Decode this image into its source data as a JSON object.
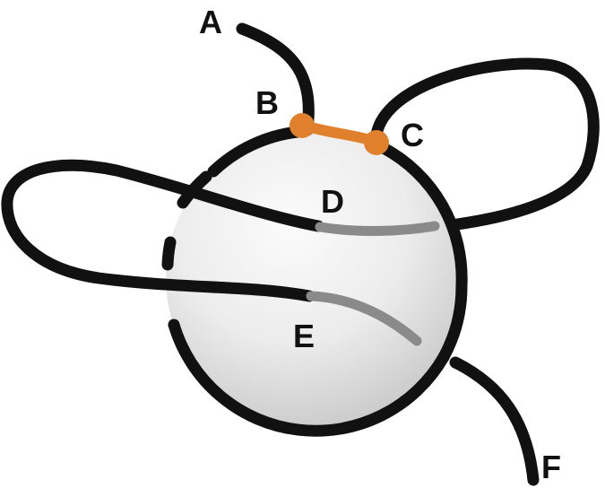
{
  "labels": {
    "a": "A",
    "b": "B",
    "c": "C",
    "d": "D",
    "e": "E",
    "f": "F"
  },
  "colors": {
    "strand": "#111111",
    "buried_strand": "#8a8a8a",
    "crosslink": "#e07f2c",
    "sphere_light": "#fbfbfb",
    "sphere_dark": "#c9c9c9"
  }
}
